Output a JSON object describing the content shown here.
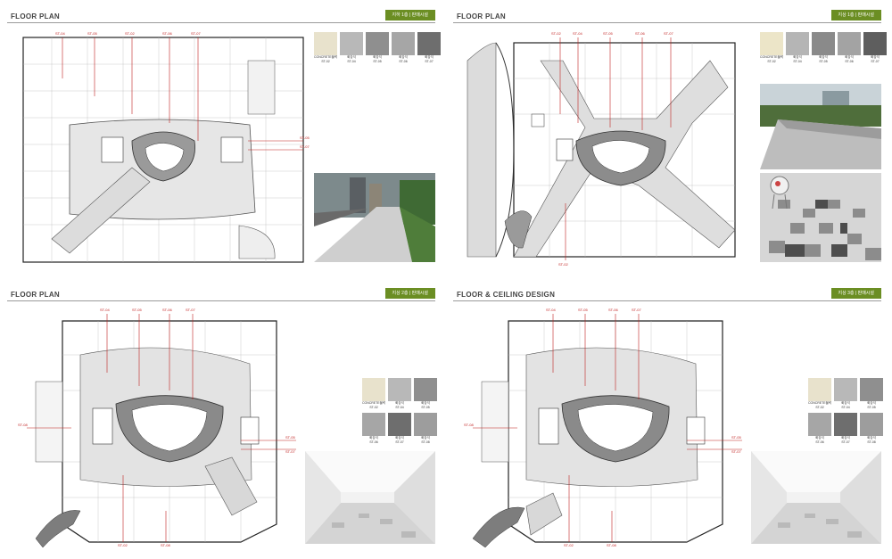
{
  "panels": [
    {
      "title": "FLOOR PLAN",
      "tag": "지하 1층 | 판매시설",
      "labels": [
        "ST-04",
        "ST-05",
        "ST-02",
        "ST-06",
        "ST-07"
      ],
      "side_labels": [
        "ST-05",
        "ST-07"
      ],
      "bottom_labels": [],
      "swatches": [
        {
          "name": "CONCRETE블럭",
          "code": "ST-02"
        },
        {
          "name": "화강석",
          "code": "ST-04"
        },
        {
          "name": "화강석",
          "code": "ST-05"
        },
        {
          "name": "화강석",
          "code": "ST-06"
        },
        {
          "name": "화강석",
          "code": "ST-07"
        }
      ]
    },
    {
      "title": "FLOOR PLAN",
      "tag": "지상 1층 | 판매시설",
      "labels": [
        "ST-02",
        "ST-04",
        "ST-05",
        "ST-06",
        "ST-07"
      ],
      "side_labels": [],
      "bottom_labels": [
        "ST-02"
      ],
      "swatches": [
        {
          "name": "CONCRETE블럭",
          "code": "ST-02"
        },
        {
          "name": "화강석",
          "code": "ST-04"
        },
        {
          "name": "화강석",
          "code": "ST-05"
        },
        {
          "name": "화강석",
          "code": "ST-06"
        },
        {
          "name": "화강석",
          "code": "ST-07"
        }
      ]
    },
    {
      "title": "FLOOR PLAN",
      "tag": "지상 2층 | 판매시설",
      "labels": [
        "ST-04",
        "ST-05",
        "ST-06",
        "ST-07"
      ],
      "side_labels": [
        "ST-05",
        "ST-07"
      ],
      "left_label": "ST-08",
      "bottom_labels": [
        "ST-02",
        "ST-08"
      ],
      "swatches": [
        {
          "name": "CONCRETE블럭",
          "code": "ST-02"
        },
        {
          "name": "화강석",
          "code": "ST-04"
        },
        {
          "name": "화강석",
          "code": "ST-05"
        },
        {
          "name": "화강석",
          "code": "ST-06"
        },
        {
          "name": "화강석",
          "code": "ST-07"
        },
        {
          "name": "화강석",
          "code": "ST-08"
        }
      ]
    },
    {
      "title": "FLOOR & CEILING DESIGN",
      "tag": "지상 3층 | 판매시설",
      "labels": [
        "ST-04",
        "ST-05",
        "ST-06",
        "ST-07"
      ],
      "side_labels": [
        "ST-05",
        "ST-07"
      ],
      "left_label": "ST-08",
      "bottom_labels": [
        "ST-02",
        "ST-08"
      ],
      "swatches": [
        {
          "name": "CONCRETE블럭",
          "code": "ST-02"
        },
        {
          "name": "화강석",
          "code": "ST-04"
        },
        {
          "name": "화강석",
          "code": "ST-05"
        },
        {
          "name": "화강석",
          "code": "ST-06"
        },
        {
          "name": "화강석",
          "code": "ST-07"
        },
        {
          "name": "화강석",
          "code": "ST-08"
        }
      ]
    }
  ],
  "colors": {
    "accent": "#6b8e23",
    "label_red": "#c0201f",
    "rule": "#9a9a9a"
  }
}
